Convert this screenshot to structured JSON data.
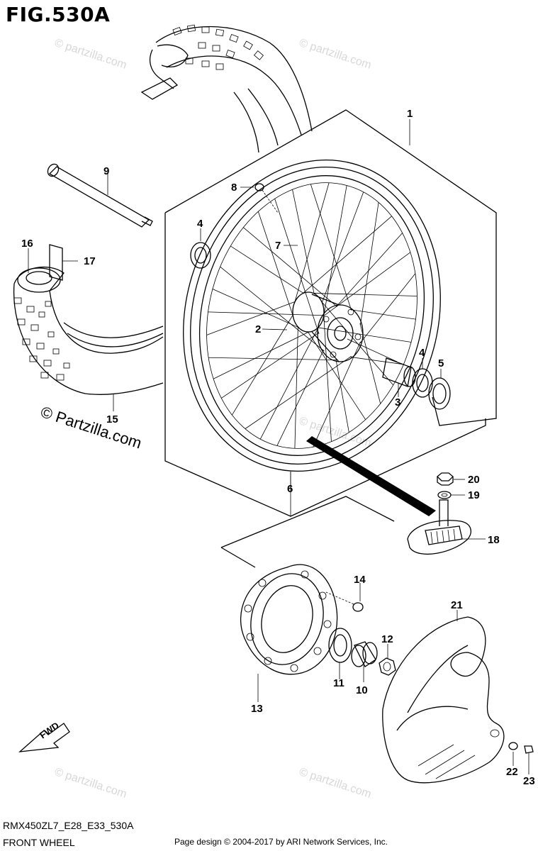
{
  "figure": {
    "title": "FIG.530A",
    "model_code": "RMX450ZL7_E28_E33_530A",
    "assembly_name": "FRONT WHEEL",
    "footer": "Page design © 2004-2017 by ARI Network Services, Inc.",
    "copyright_mark": "© Partzilla.com",
    "watermark": "© partzilla.com",
    "fwd_label": "FWD"
  },
  "callouts": [
    {
      "num": "1"
    },
    {
      "num": "2"
    },
    {
      "num": "3"
    },
    {
      "num": "4"
    },
    {
      "num": "4"
    },
    {
      "num": "5"
    },
    {
      "num": "6"
    },
    {
      "num": "7"
    },
    {
      "num": "8"
    },
    {
      "num": "9"
    },
    {
      "num": "10"
    },
    {
      "num": "11"
    },
    {
      "num": "12"
    },
    {
      "num": "13"
    },
    {
      "num": "14"
    },
    {
      "num": "15"
    },
    {
      "num": "16"
    },
    {
      "num": "17"
    },
    {
      "num": "18"
    },
    {
      "num": "19"
    },
    {
      "num": "20"
    },
    {
      "num": "21"
    },
    {
      "num": "22"
    },
    {
      "num": "23"
    }
  ]
}
